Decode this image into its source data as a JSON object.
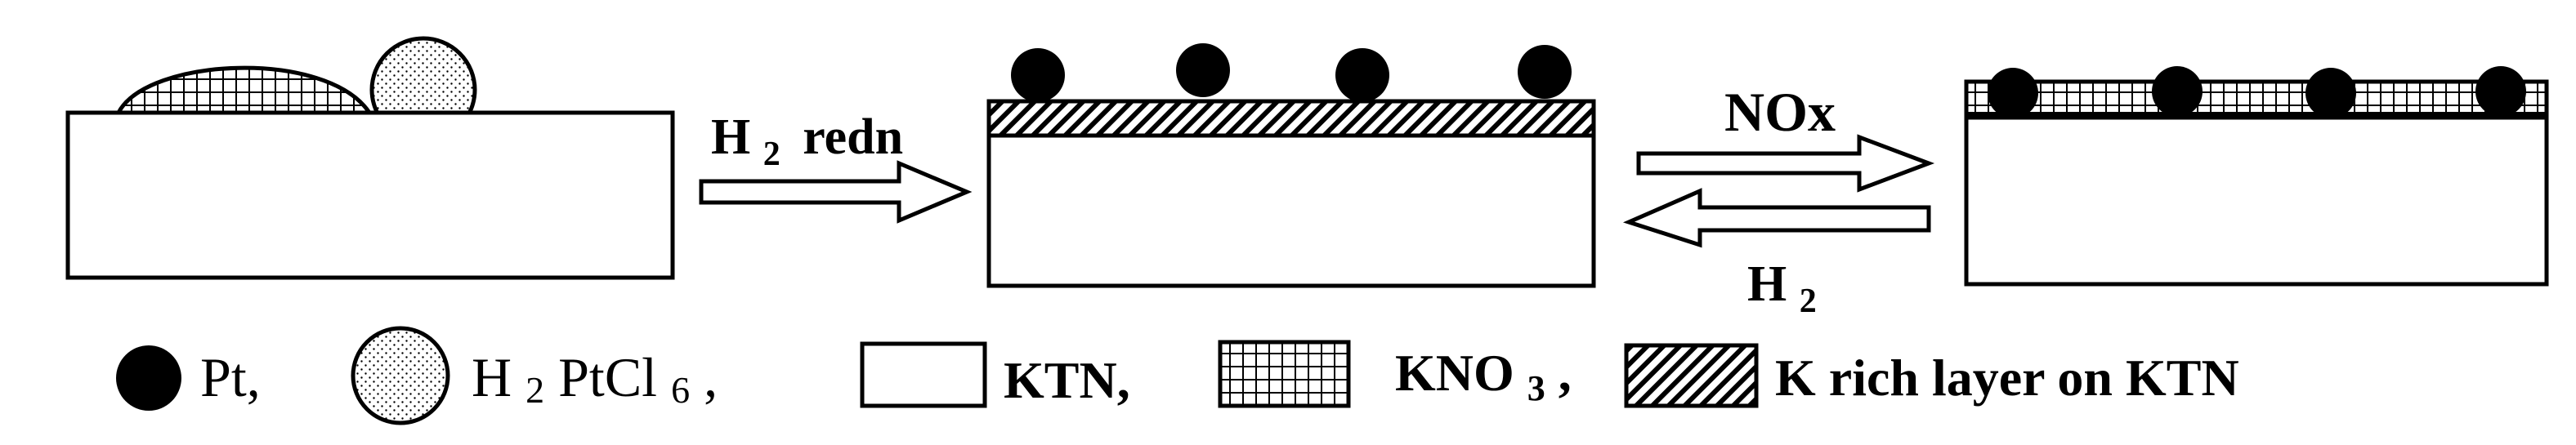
{
  "arrows": {
    "reduction": {
      "text": "redn",
      "species": "H",
      "subscript": "2"
    },
    "forward": {
      "text": "NOx"
    },
    "reverse": {
      "species": "H",
      "subscript": "2"
    }
  },
  "legend": {
    "pt": {
      "label": "Pt,"
    },
    "h2ptcl6": {
      "part1": "H",
      "sub1": "2",
      "part2": "PtCl",
      "sub2": "6",
      "part3": " ,"
    },
    "ktn": {
      "label": "KTN,"
    },
    "kno3": {
      "part1": "KNO",
      "sub1": "3",
      "part2": ","
    },
    "k_rich": {
      "label": "K rich layer on KTN"
    }
  }
}
